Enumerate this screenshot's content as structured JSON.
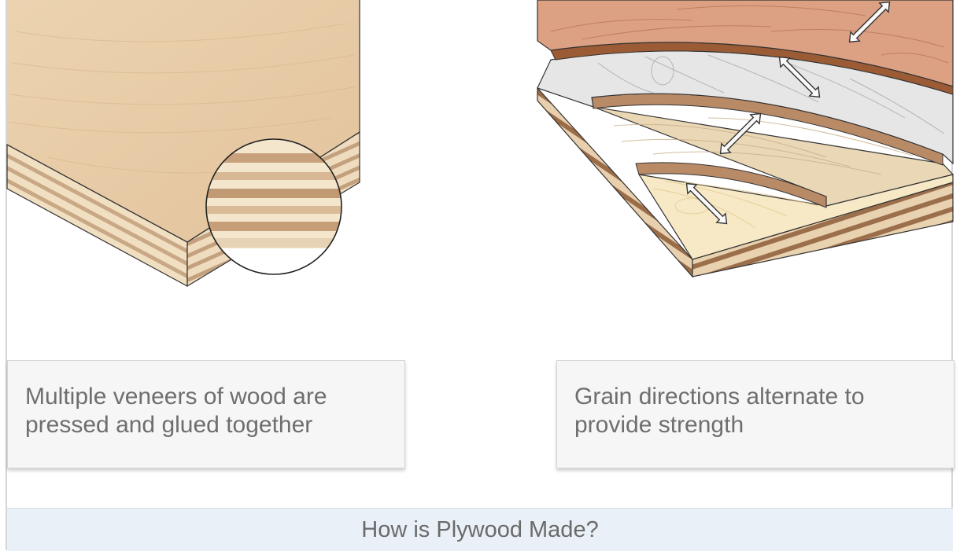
{
  "captions": {
    "left": "Multiple veneers of wood are pressed and glued together",
    "right": "Grain directions alternate to provide strength"
  },
  "footer": {
    "title": "How is Plywood Made?"
  },
  "colors": {
    "panel_face": "#e7c9a4",
    "veneer_light": "#f5e6c4",
    "veneer_dark": "#b08a66",
    "top_veneer": "#d89c7c",
    "white_veneer": "#e8e8e8",
    "caption_bg": "#f6f6f6",
    "footer_bg": "#eaf0f8"
  }
}
